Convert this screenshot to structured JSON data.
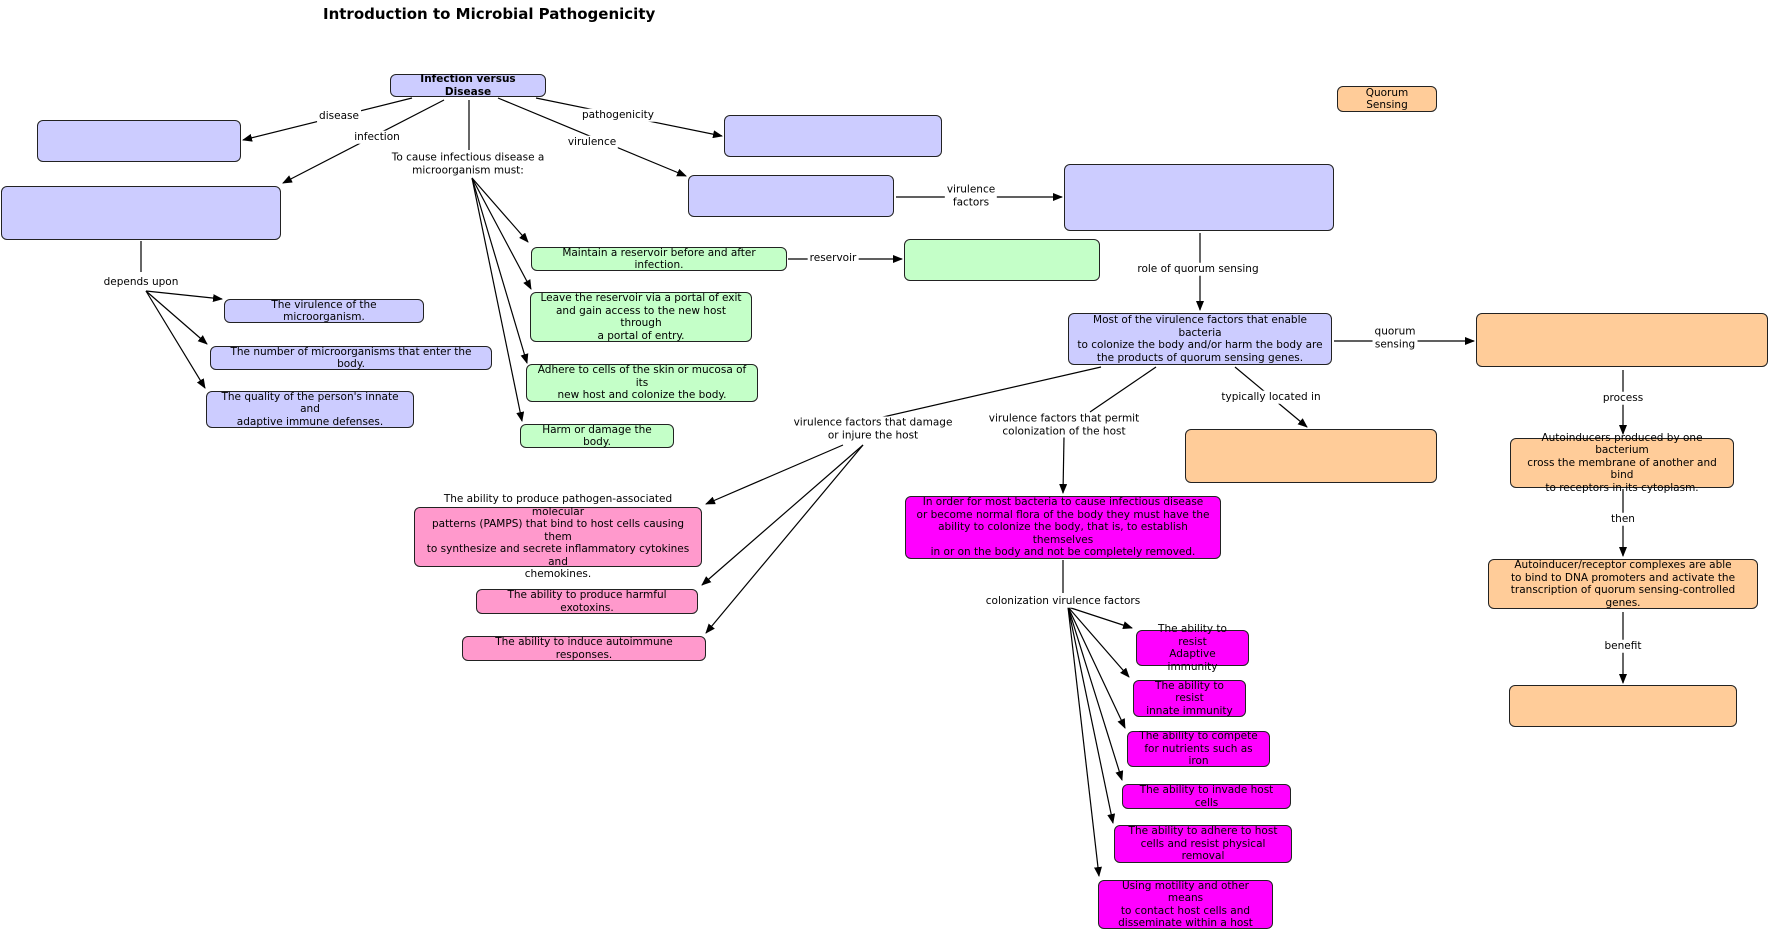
{
  "title": "Introduction to Microbial Pathogenicity",
  "nodes": {
    "infection_vs_disease": "Infection versus Disease",
    "disease_empty": "",
    "infection_empty": "",
    "pathogenicity_empty": "",
    "virulence_empty": "",
    "virulence_factors_empty": "",
    "quorum_sensing": "Quorum Sensing",
    "maintain_reservoir": "Maintain a reservoir before and after infection.",
    "reservoir_empty": "",
    "leave_reservoir": "Leave the reservoir via a portal of exit\nand gain access to the new host through\na portal of entry.",
    "adhere_cells": "Adhere to cells of the skin or mucosa of its\nnew host and colonize the body.",
    "harm_body": "Harm or damage the body.",
    "virulence_of_microorganism": "The virulence of the microorganism.",
    "number_of_microorganisms": "The number of microorganisms that enter the body.",
    "quality_defenses": "The quality of the person's innate and\nadaptive immune defenses.",
    "quorum_genes": "Most of the virulence factors that enable bacteria\nto colonize the body and/or harm the body are\nthe products of quorum sensing genes.",
    "quorum_sensing_empty": "",
    "located_empty": "",
    "autoinducers": "Autoinducers produced by one bacterium\ncross the membrane of another and bind\nto receptors in its cytoplasm.",
    "complexes": "Autoinducer/receptor complexes are able\nto bind to DNA promoters and activate the\ntranscription of quorum sensing-controlled genes.",
    "benefit_empty": "",
    "pamps": "The ability to produce pathogen-associated molecular\npatterns (PAMPS) that bind to host cells causing them\nto synthesize and secrete inflammatory cytokines and\nchemokines.",
    "exotoxins": "The ability to produce harmful exotoxins.",
    "autoimmune": "The ability to induce autoimmune responses.",
    "colonize": "In order for most bacteria to cause infectious disease\nor become normal flora of the body they must have the\nability to colonize the body, that is, to establish themselves\nin or on the body and not be completely removed.",
    "resist_adaptive": "The ability to resist\nAdaptive immunity",
    "resist_innate": "The ability to resist\ninnate immunity",
    "compete_nutrients": "The ability to compete\nfor nutrients such as iron",
    "invade_host": "The ability to invade host cells",
    "adhere_host": "The ability to adhere to host\ncells and resist physical removal",
    "motility": "Using motility and other means\nto contact host cells and\ndisseminate within a host"
  },
  "labels": {
    "disease": "disease",
    "infection": "infection",
    "pathogenicity": "pathogenicity",
    "virulence": "virulence",
    "to_cause": "To cause infectious disease a\nmicroorganism must:",
    "virulence_factors": "virulence\nfactors",
    "reservoir": "reservoir",
    "depends_upon": "depends upon",
    "role_of_quorum": "role of quorum sensing",
    "quorum_sensing_link": "quorum\nsensing",
    "process": "process",
    "then": "then",
    "benefit": "benefit",
    "typically_located": "typically located in",
    "damage_host": "virulence factors that damage\nor injure the host",
    "permit_colonization": "virulence factors that permit\ncolonization of the host",
    "colonization_factors": "colonization virulence factors"
  }
}
